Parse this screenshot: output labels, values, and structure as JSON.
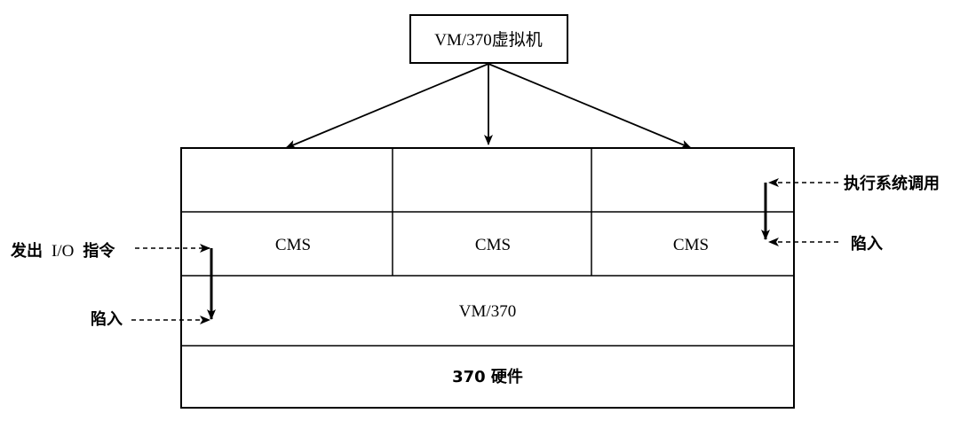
{
  "diagram": {
    "top_box": "VM/370虚拟机",
    "cms_cells": [
      "CMS",
      "CMS",
      "CMS"
    ],
    "vm_layer": "VM/370",
    "hw_layer": "370 硬件",
    "left": {
      "issue_io_prefix": "发出",
      "issue_io_code": "I/O",
      "issue_io_suffix": "指令",
      "trap": "陷入"
    },
    "right": {
      "syscall": "执行系统调用",
      "trap": "陷入"
    }
  }
}
